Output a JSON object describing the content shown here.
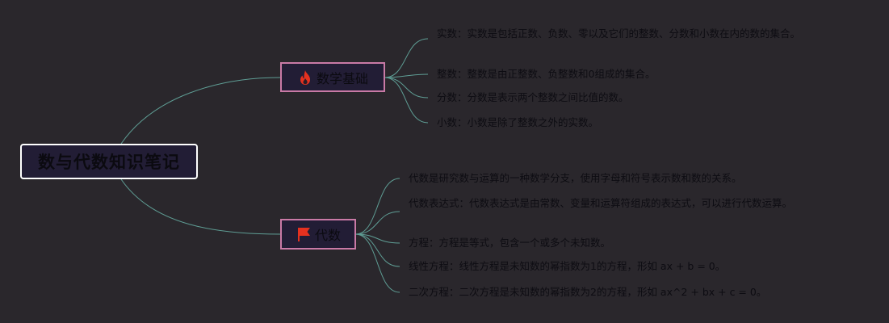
{
  "colors": {
    "background": "#2a272c",
    "node_fill": "#221d35",
    "root_border": "#ffffff",
    "branch_border": "#c97aa6",
    "connector": "#5f9e95",
    "icon_red": "#e5311f"
  },
  "root": {
    "label": "数与代数知识笔记"
  },
  "branches": [
    {
      "label": "数学基础",
      "icon": "fire-icon",
      "children": [
        "实数：实数是包括正数、负数、零以及它们的整数、分数和小数在内的数的集合。",
        "整数：整数是由正整数、负整数和0组成的集合。",
        "分数：分数是表示两个整数之间比值的数。",
        "小数：小数是除了整数之外的实数。"
      ]
    },
    {
      "label": "代数",
      "icon": "flag-icon",
      "children": [
        "代数是研究数与运算的一种数学分支，使用字母和符号表示数和数的关系。",
        "代数表达式：代数表达式是由常数、变量和运算符组成的表达式，可以进行代数运算。",
        "方程：方程是等式，包含一个或多个未知数。",
        "线性方程：线性方程是未知数的幂指数为1的方程，形如 ax + b = 0。",
        "二次方程：二次方程是未知数的幂指数为2的方程，形如 ax^2 + bx + c = 0。"
      ]
    }
  ]
}
